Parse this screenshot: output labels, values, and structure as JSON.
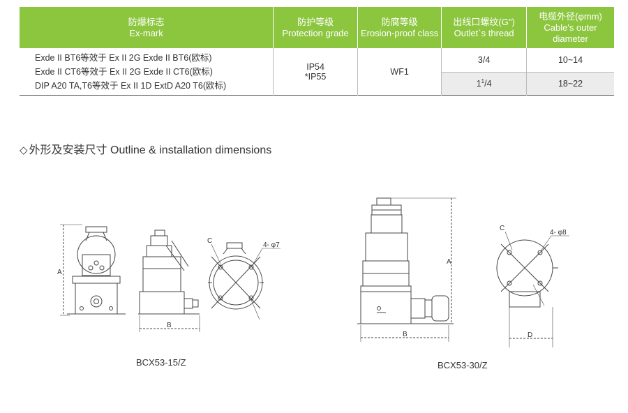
{
  "table": {
    "headers": [
      {
        "zh": "防爆标志",
        "en": "Ex-mark"
      },
      {
        "zh": "防护等级",
        "en": "Protection grade"
      },
      {
        "zh": "防腐等级",
        "en": "Erosion-proof class"
      },
      {
        "zh": "出线口螺纹(G\")",
        "en": "Outlet`s thread"
      },
      {
        "zh": "电缆外径(φmm)",
        "en": "Cable's outer diameter"
      }
    ],
    "exmarks": [
      "Exde II BT6等效于 Ex II 2G Exde II BT6(欧标)",
      "Exde II CT6等效于 Ex II 2G Exde II CT6(欧标)",
      "DIP A20 TA,T6等效于 Ex II 1D ExtD A20 T6(欧标)"
    ],
    "protection": [
      "IP54",
      "*IP55"
    ],
    "erosion": "WF1",
    "threads": [
      {
        "main": "3/4",
        "sup": "",
        "tail": ""
      },
      {
        "main": "1",
        "sup": "1",
        "tail": "/4"
      }
    ],
    "cables": [
      "10~14",
      "18~22"
    ]
  },
  "section_title": {
    "symbol": "◇",
    "text": "外形及安装尺寸 Outline & installation dimensions"
  },
  "drawings": {
    "labels": {
      "A": "A",
      "B": "B",
      "C": "C",
      "D": "D"
    },
    "bolt_small": "4- φ7",
    "bolt_large": "4- φ8",
    "captions": [
      "BCX53-15/Z",
      "BCX53-30/Z"
    ]
  },
  "colors": {
    "header_bg": "#8cc63f",
    "header_text": "#ffffff",
    "line": "#444444"
  }
}
